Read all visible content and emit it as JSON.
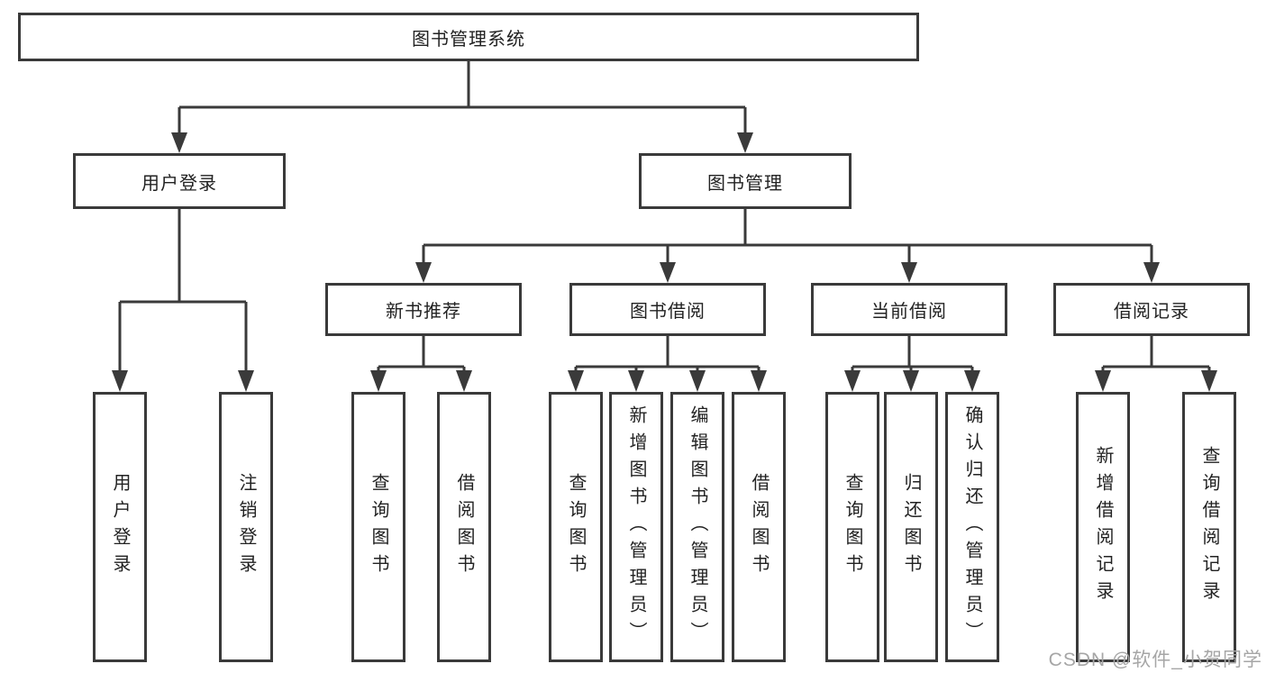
{
  "tree": {
    "root": "图书管理系统",
    "children": [
      {
        "label": "用户登录",
        "children": [
          "用户登录",
          "注销登录"
        ]
      },
      {
        "label": "图书管理",
        "children": [
          {
            "label": "新书推荐",
            "children": [
              "查询图书",
              "借阅图书"
            ]
          },
          {
            "label": "图书借阅",
            "children": [
              "查询图书",
              "新增图书（管理员）",
              "编辑图书（管理员）",
              "借阅图书"
            ]
          },
          {
            "label": "当前借阅",
            "children": [
              "查询图书",
              "归还图书",
              "确认归还（管理员）"
            ]
          },
          {
            "label": "借阅记录",
            "children": [
              "新增借阅记录",
              "查询借阅记录"
            ]
          }
        ]
      }
    ]
  },
  "watermark": {
    "text": "CSDN @软件_小贺同学",
    "color": "#a6a6a6"
  },
  "colors": {
    "line": "#3a3a3a",
    "box_border": "#3a3a3a",
    "text": "#222222",
    "background": "#ffffff"
  }
}
